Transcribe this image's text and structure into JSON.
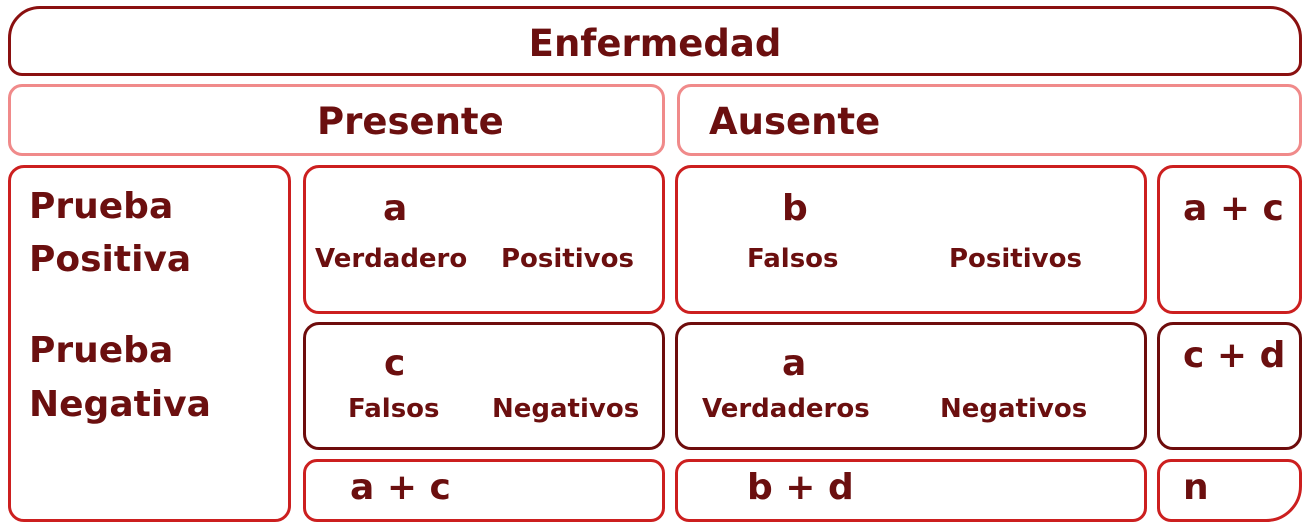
{
  "title": "Enfermedad",
  "columns": {
    "present": "Presente",
    "absent": "Ausente"
  },
  "rows": {
    "positive": [
      "Prueba",
      "Positiva"
    ],
    "negative": [
      "Prueba",
      "Negativa"
    ]
  },
  "cells": {
    "tp": {
      "letter": "a",
      "w1": "Verdadero",
      "w2": "Positivos"
    },
    "fp": {
      "letter": "b",
      "w1": "Falsos",
      "w2": "Positivos"
    },
    "fn": {
      "letter": "c",
      "w1": "Falsos",
      "w2": "Negativos"
    },
    "tn": {
      "letter": "a",
      "w1": "Verdaderos",
      "w2": "Negativos"
    }
  },
  "row_totals": {
    "positive": "a + c",
    "negative": "c + d"
  },
  "col_totals": {
    "present": "a + c",
    "absent": "b + d",
    "grand": "n"
  }
}
